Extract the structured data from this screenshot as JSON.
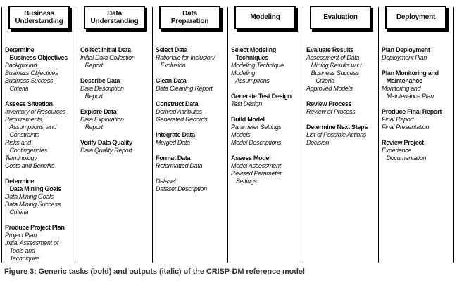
{
  "caption": "Figure 3: Generic tasks (bold) and outputs (italic) of the CRISP-DM reference model",
  "colors": {
    "background": "#ffffff",
    "line": "#000000",
    "text": "#111111",
    "caption": "#333333"
  },
  "columns": [
    {
      "id": "business-understanding",
      "header": "Business\nUnderstanding",
      "groups": [
        {
          "task": "Determine\n   Business Objectives",
          "outputs": "Background\nBusiness Objectives\nBusiness Success\n   Criteria"
        },
        {
          "task": "Assess Situation",
          "outputs": "Inventory of Resources\nRequirements,\n   Assumptions, and\n   Constraints\nRisks and\n   Contingencies\nTerminology\nCosts and Benefits"
        },
        {
          "task": "Determine\n   Data Mining Goals",
          "outputs": "Data Mining Goals\nData Mining Success\n   Criteria"
        },
        {
          "task": "Produce Project Plan",
          "outputs": "Project Plan\nInitial Assessment of\n   Tools and\n   Techniques"
        }
      ]
    },
    {
      "id": "data-understanding",
      "header": "Data\nUnderstanding",
      "groups": [
        {
          "task": "Collect Initial Data",
          "outputs": "Initial Data Collection\n   Report"
        },
        {
          "task": "Describe Data",
          "outputs": "Data Description\n   Report"
        },
        {
          "task": "Explore Data",
          "outputs": "Data Exploration\n   Report"
        },
        {
          "task": "Verify Data Quality",
          "outputs": "Data Quality Report"
        }
      ]
    },
    {
      "id": "data-preparation",
      "header": "Data\nPreparation",
      "groups": [
        {
          "task": "Select Data",
          "outputs": "Rationale for Inclusion/\n   Exclusion"
        },
        {
          "task": "Clean Data",
          "outputs": "Data Cleaning Report"
        },
        {
          "task": "Construct Data",
          "outputs": "Derived Attributes\nGenerated Records"
        },
        {
          "task": "Integrate Data",
          "outputs": "Merged Data"
        },
        {
          "task": "Format Data",
          "outputs": "Reformatted Data"
        },
        {
          "task": "",
          "outputs": "Dataset\nDataset Description"
        }
      ]
    },
    {
      "id": "modeling",
      "header": "Modeling",
      "groups": [
        {
          "task": "Select Modeling\n   Techniques",
          "outputs": "Modeling Technique\nModeling\n   Assumptions"
        },
        {
          "task": "Generate Test Design",
          "outputs": "Test Design"
        },
        {
          "task": "Build Model",
          "outputs": "Parameter Settings\nModels\nModel Descriptions"
        },
        {
          "task": "Assess Model",
          "outputs": "Model Assessment\nRevised Parameter\n   Settings"
        }
      ]
    },
    {
      "id": "evaluation",
      "header": "Evaluation",
      "groups": [
        {
          "task": "Evaluate Results",
          "outputs": "Assessment of Data\n   Mining Results w.r.t.\n   Business Success\n      Criteria\nApproved Models"
        },
        {
          "task": "Review Process",
          "outputs": "Review of Process"
        },
        {
          "task": "Determine Next Steps",
          "outputs": "List of Possible Actions\nDecision"
        }
      ]
    },
    {
      "id": "deployment",
      "header": "Deployment",
      "groups": [
        {
          "task": "Plan Deployment",
          "outputs": "Deployment Plan"
        },
        {
          "task": "Plan Monitoring and\n   Maintenance",
          "outputs": "Monitoring and\n   Maintenance Plan"
        },
        {
          "task": "Produce Final Report",
          "outputs": "Final Report\nFinal Presentation"
        },
        {
          "task": "Review Project",
          "outputs": "Experience\n   Documentation"
        }
      ]
    }
  ]
}
